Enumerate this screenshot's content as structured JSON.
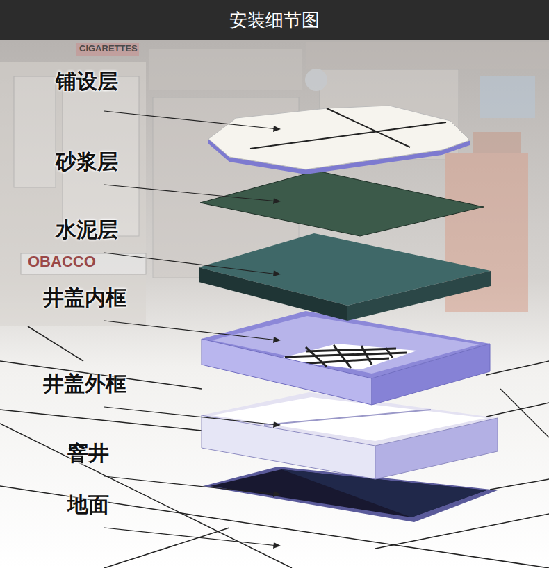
{
  "diagram": {
    "title": "安装细节图",
    "labels": [
      "铺设层",
      "砂浆层",
      "水泥层",
      "井盖内框",
      "井盖外框",
      "窨井",
      "地面",
      "CIGARETTES",
      "OBACCO"
    ]
  }
}
